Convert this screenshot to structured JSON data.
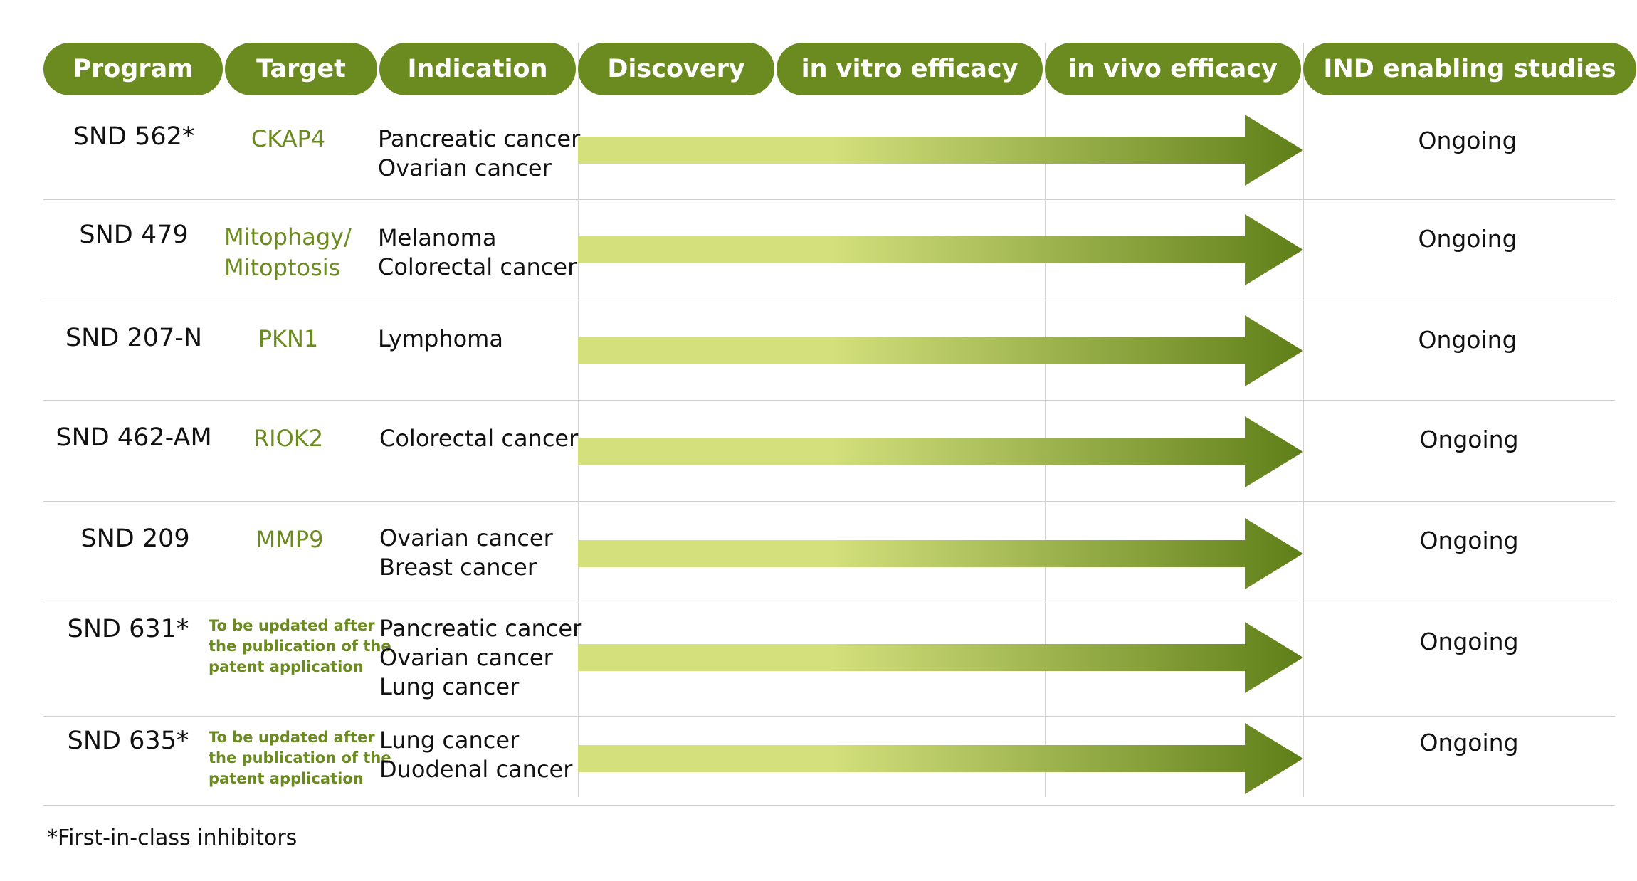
{
  "headers": {
    "program": "Program",
    "target": "Target",
    "indication": "Indication",
    "discovery": "Discovery",
    "in_vitro": "in vitro efficacy",
    "in_vivo": "in vivo efficacy",
    "ind_enabling": "IND enabling studies"
  },
  "rows": [
    {
      "program": "SND 562*",
      "target_lines": [
        "CKAP4"
      ],
      "indications": [
        "Pancreatic cancer",
        "Ovarian cancer"
      ],
      "status": "Ongoing",
      "progress_stage": "in vivo efficacy"
    },
    {
      "program": "SND 479",
      "target_lines": [
        "Mitophagy/",
        "Mitoptosis"
      ],
      "indications": [
        "Melanoma",
        "Colorectal cancer"
      ],
      "status": "Ongoing",
      "progress_stage": "in vivo efficacy"
    },
    {
      "program": "SND 207-N",
      "target_lines": [
        "PKN1"
      ],
      "indications": [
        "Lymphoma"
      ],
      "status": "Ongoing",
      "progress_stage": "in vivo efficacy"
    },
    {
      "program": "SND 462-AM",
      "target_lines": [
        "RIOK2"
      ],
      "indications": [
        "Colorectal cancer"
      ],
      "status": "Ongoing",
      "progress_stage": "in vivo efficacy"
    },
    {
      "program": "SND 209",
      "target_lines": [
        "MMP9"
      ],
      "indications": [
        "Ovarian cancer",
        "Breast cancer"
      ],
      "status": "Ongoing",
      "progress_stage": "in vivo efficacy"
    },
    {
      "program": "SND 631*",
      "target_lines": [
        "To be updated after",
        "the publication of the",
        "patent application"
      ],
      "indications": [
        "Pancreatic cancer",
        "Ovarian cancer",
        "Lung cancer"
      ],
      "status": "Ongoing",
      "progress_stage": "in vivo efficacy"
    },
    {
      "program": "SND 635*",
      "target_lines": [
        "To be updated after",
        "the publication of the",
        "patent application"
      ],
      "indications": [
        "Lung cancer",
        "Duodenal cancer"
      ],
      "status": "Ongoing",
      "progress_stage": "in vivo efficacy"
    }
  ],
  "footnote": "*First-in-class inhibitors",
  "colors": {
    "header_bg": "#6b8a1f",
    "header_text": "#ffffff",
    "target_text": "#6b8a1f",
    "arrow_start": "#d3e07c",
    "arrow_end": "#5f7f18"
  },
  "chart_data": {
    "type": "table",
    "stages": [
      "Discovery",
      "in vitro efficacy",
      "in vivo efficacy",
      "IND enabling studies"
    ],
    "programs": [
      "SND 562*",
      "SND 479",
      "SND 207-N",
      "SND 462-AM",
      "SND 209",
      "SND 631*",
      "SND 635*"
    ],
    "reached_stage": [
      "in vivo efficacy",
      "in vivo efficacy",
      "in vivo efficacy",
      "in vivo efficacy",
      "in vivo efficacy",
      "in vivo efficacy",
      "in vivo efficacy"
    ],
    "status": [
      "Ongoing",
      "Ongoing",
      "Ongoing",
      "Ongoing",
      "Ongoing",
      "Ongoing",
      "Ongoing"
    ]
  }
}
